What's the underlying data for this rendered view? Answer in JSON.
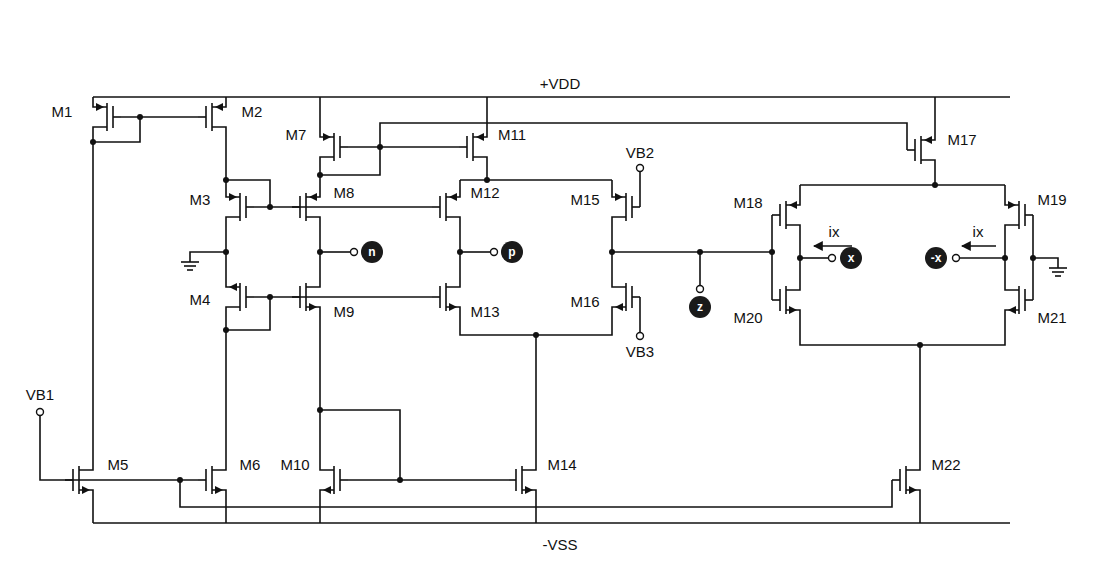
{
  "diagram": {
    "nodes": [
      {
        "text": [
          "n"
        ]
      },
      {
        "text": [
          "p"
        ]
      },
      {
        "text": [
          "z"
        ]
      },
      {
        "text": [
          "x"
        ]
      },
      {
        "text": [
          "-x"
        ]
      }
    ],
    "labels": [
      "+VDD",
      "M1",
      "M2",
      "M7",
      "M11",
      "M17",
      "M3",
      "M8",
      "M12",
      "VB2",
      "M15",
      "M18",
      "ix",
      "ix",
      "M19",
      "M4",
      "M9",
      "M13",
      "M16",
      "M20",
      "M21",
      "VB3",
      "VB1",
      "M5",
      "M6",
      "M10",
      "M14",
      "M22",
      "-VSS"
    ]
  }
}
